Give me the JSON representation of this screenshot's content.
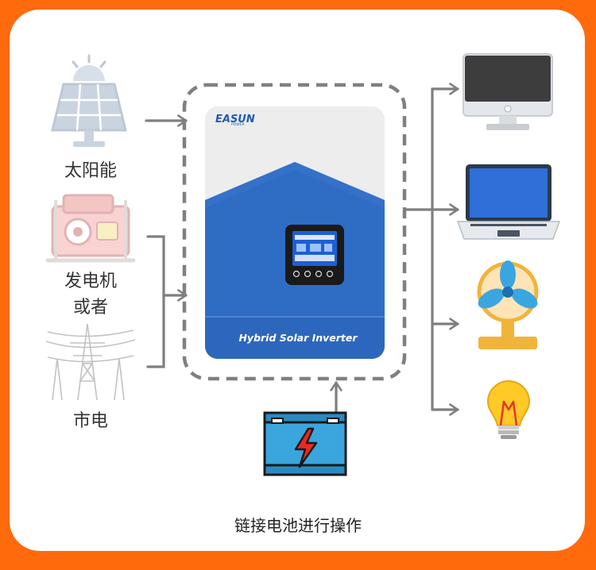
{
  "inputs": {
    "solar_label": "太阳能",
    "generator_label_line1": "发电机",
    "generator_label_line2": "或者",
    "grid_label": "市电"
  },
  "inverter": {
    "brand": "EASUN",
    "brand_sub": "POWER",
    "model_label": "Hybrid Solar Inverter",
    "body_color": "#2F6CC4",
    "top_color": "#EDEDED"
  },
  "outputs": [
    "monitor",
    "laptop",
    "fan",
    "light-bulb"
  ],
  "battery": {
    "accent": "#ED2A1C",
    "body_color": "#3BA6DD"
  },
  "caption": "链接电池进行操作",
  "colors": {
    "frame": "#FF6A0D",
    "arrow": "#7F7F7F",
    "dashed": "#7F7F7F"
  }
}
